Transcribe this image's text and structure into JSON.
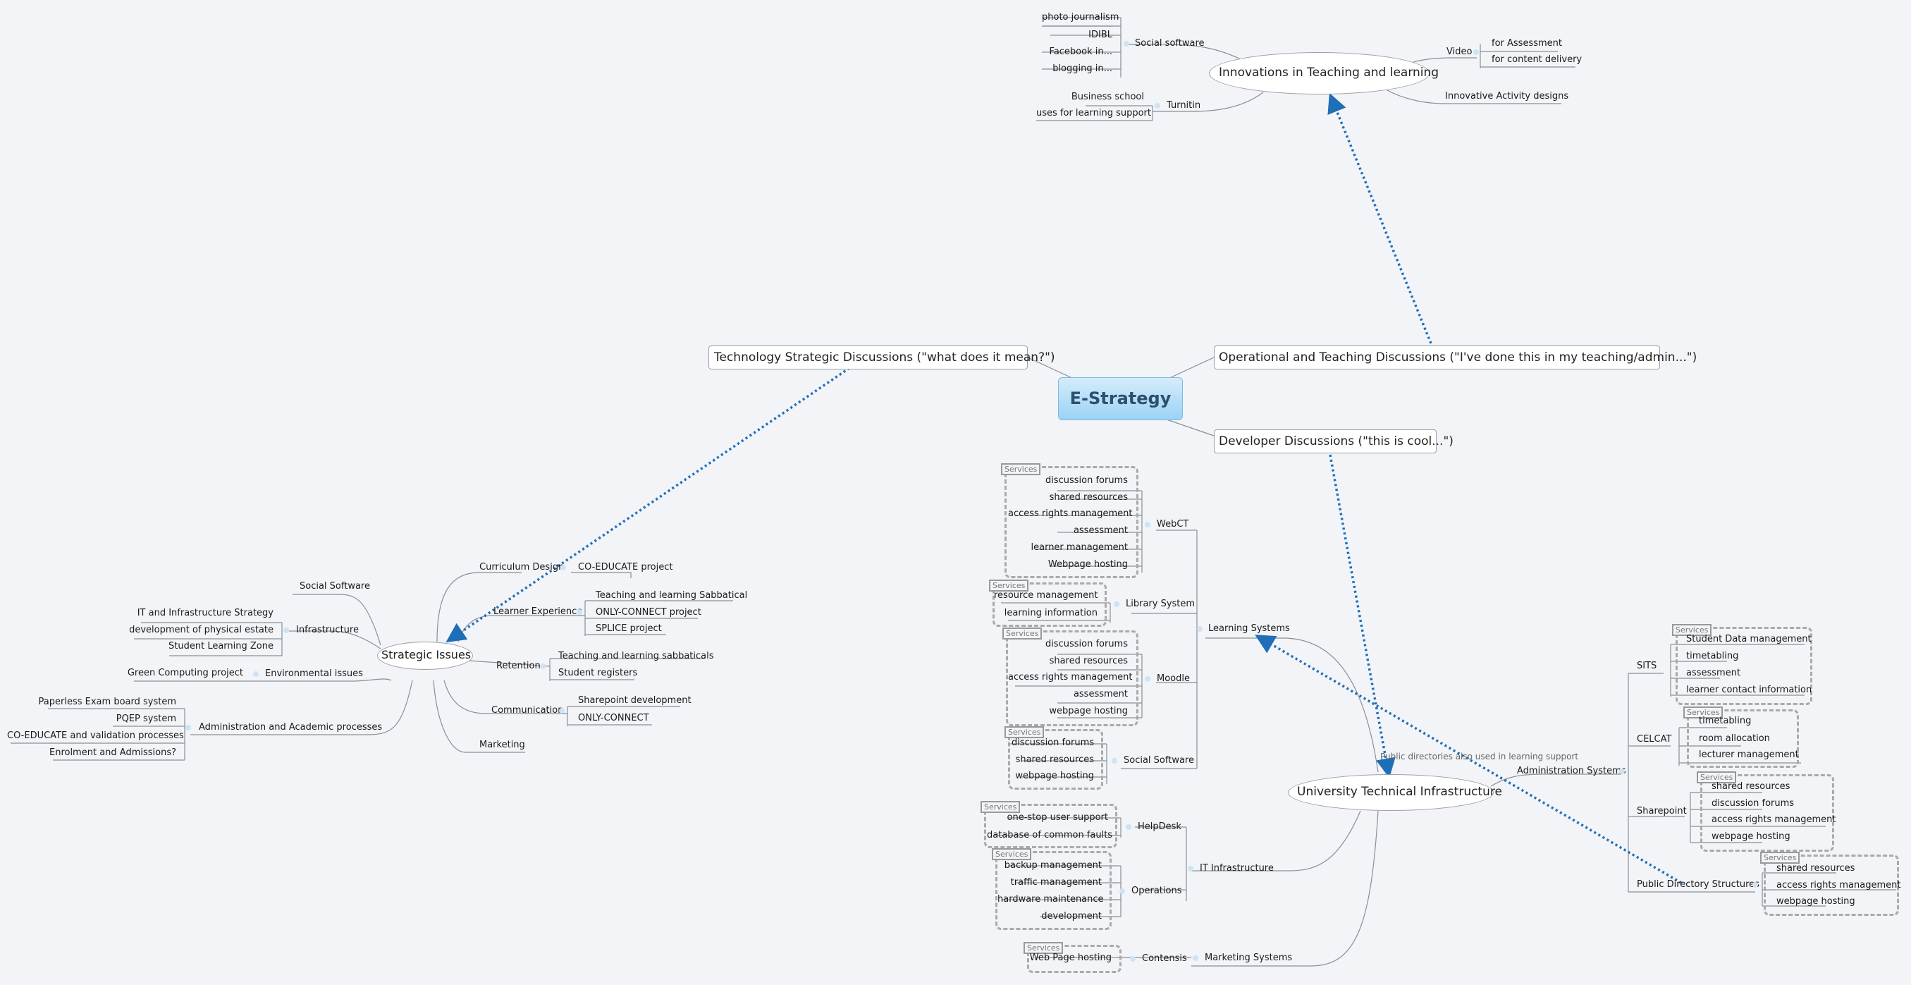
{
  "central": "E-Strategy",
  "branches": {
    "technology": "Technology Strategic Discussions (\"what does it mean?\")",
    "operational": "Operational and Teaching Discussions (\"I've done this in my teaching/admin...\")",
    "developer": "Developer Discussions (\"this is cool...\")"
  },
  "innovations": {
    "title": "Innovations in Teaching and learning",
    "social_software": "Social software",
    "social_items": [
      "photo journalism",
      "IDIBL",
      "Facebook in...",
      "blogging in..."
    ],
    "turnitin": "Turnitin",
    "turnitin_items": [
      "Business school",
      "uses for learning support"
    ],
    "video": "Video",
    "video_items": [
      "for Assessment",
      "for content delivery"
    ],
    "activity": "Innovative Activity designs"
  },
  "strategic": {
    "title": "Strategic Issues",
    "curriculum": "Curriculum Design",
    "curriculum_items": [
      "CO-EDUCATE project"
    ],
    "learner": "Learner Experience",
    "learner_items": [
      "Teaching and learning Sabbatical",
      "ONLY-CONNECT project",
      "SPLICE project"
    ],
    "retention": "Retention",
    "retention_items": [
      "Teaching and learning sabbaticals",
      "Student registers"
    ],
    "communication": "Communication",
    "communication_items": [
      "Sharepoint development",
      "ONLY-CONNECT"
    ],
    "marketing": "Marketing",
    "social": "Social Software",
    "infrastructure": "Infrastructure",
    "infrastructure_items": [
      "IT and Infrastructure Strategy",
      "development of physical estate",
      "Student Learning Zone"
    ],
    "environmental": "Environmental issues",
    "environmental_items": [
      "Green Computing project"
    ],
    "admin": "Administration and Academic processes",
    "admin_items": [
      "Paperless Exam board system",
      "PQEP system",
      "CO-EDUCATE and validation processes",
      "Enrolment and Admissions?"
    ]
  },
  "uti": {
    "title": "University Technical Infrastructure",
    "services_tag": "Services",
    "learning_systems": "Learning Systems",
    "webct": "WebCT",
    "webct_items": [
      "discussion forums",
      "shared resources",
      "access rights management",
      "assessment",
      "learner management",
      "Webpage hosting"
    ],
    "library": "Library System",
    "library_items": [
      "resource management",
      "learning information"
    ],
    "moodle": "Moodle",
    "moodle_items": [
      "discussion forums",
      "shared resources",
      "access rights management",
      "assessment",
      "webpage hosting"
    ],
    "social": "Social Software",
    "social_items": [
      "discussion forums",
      "shared resources",
      "webpage hosting"
    ],
    "it_infra": "IT Infrastructure",
    "helpdesk": "HelpDesk",
    "helpdesk_items": [
      "one-stop user support",
      "database of common faults"
    ],
    "operations": "Operations",
    "operations_items": [
      "backup management",
      "traffic management",
      "hardware maintenance",
      "development"
    ],
    "marketing_systems": "Marketing Systems",
    "contensis": "Contensis",
    "contensis_items": [
      "Web Page hosting"
    ],
    "admin_systems": "Administration Systems",
    "sits": "SITS",
    "sits_items": [
      "Student Data management",
      "timetabling",
      "assessment",
      "learner contact information"
    ],
    "celcat": "CELCAT",
    "celcat_items": [
      "timetabling",
      "room allocation",
      "lecturer management"
    ],
    "sharepoint": "Sharepoint",
    "sharepoint_items": [
      "shared resources",
      "discussion forums",
      "access rights management",
      "webpage hosting"
    ],
    "pds": "Public Directory Structures",
    "pds_items": [
      "shared resources",
      "access rights management",
      "webpage hosting"
    ],
    "annotation": "Public directories also used in learning support"
  }
}
